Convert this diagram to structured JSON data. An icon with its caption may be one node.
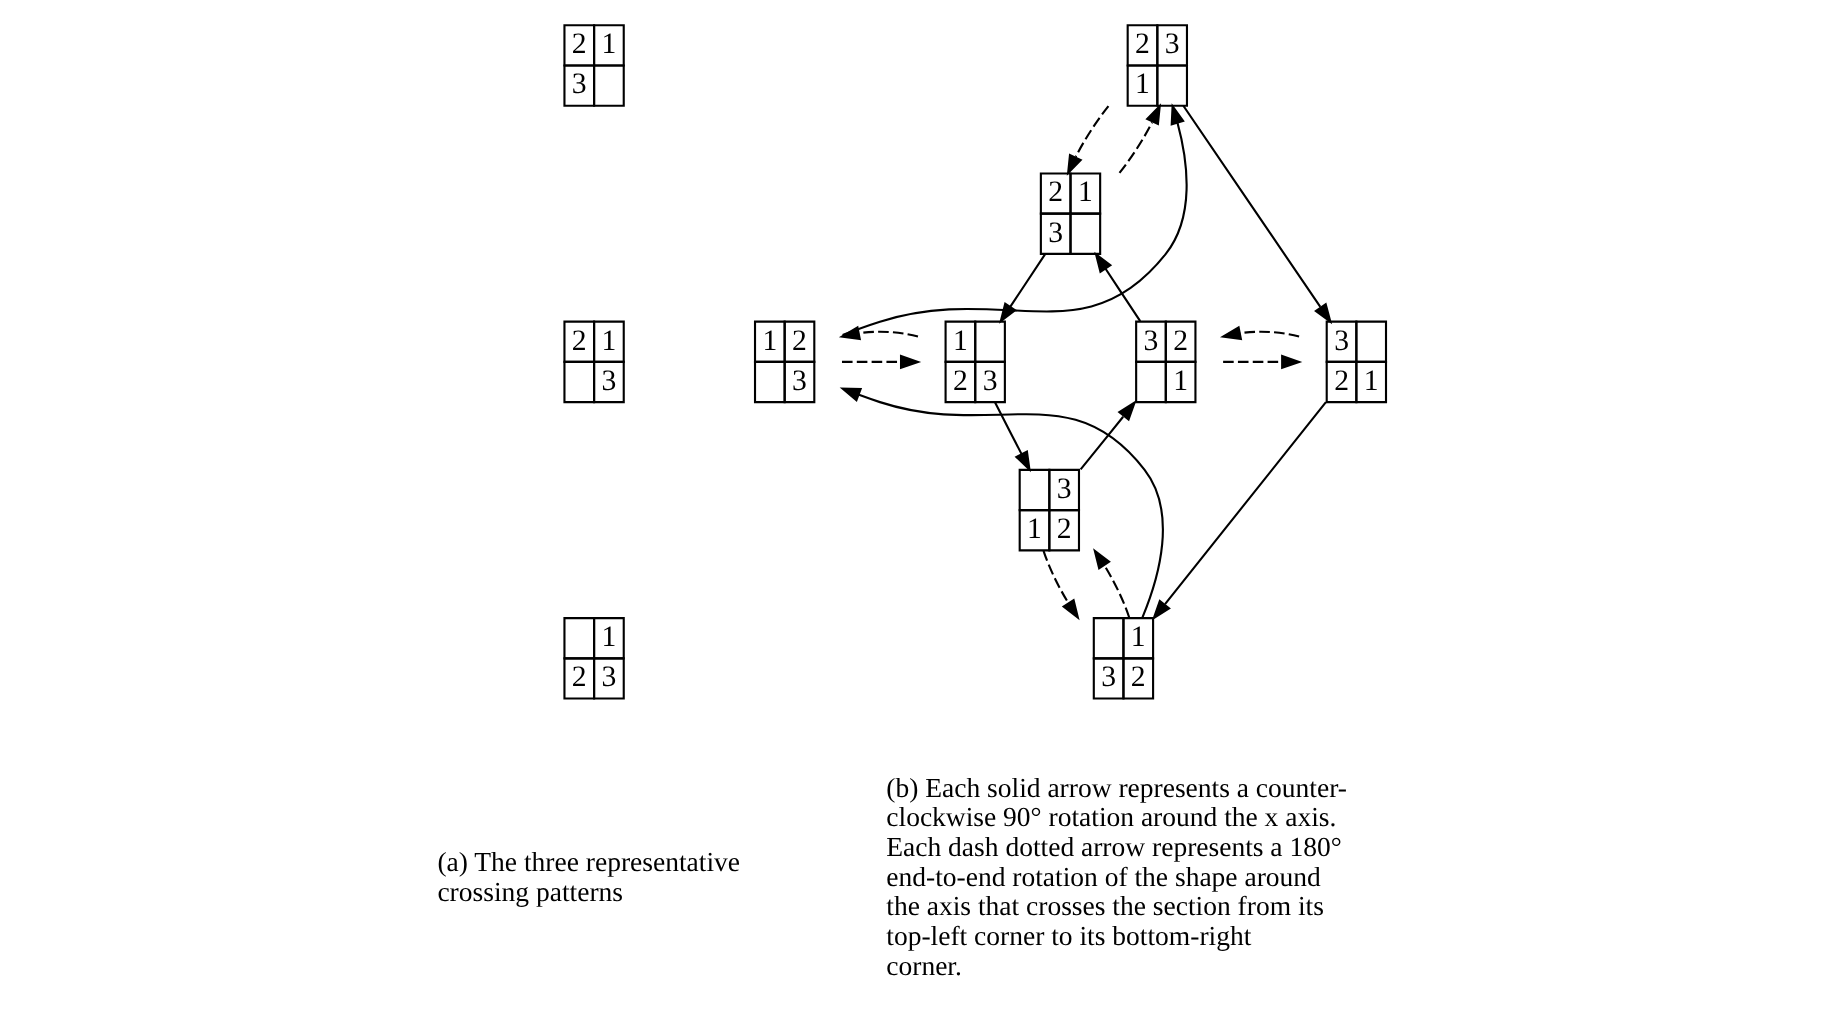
{
  "diagram": {
    "nodes": [
      {
        "text": [
          "2",
          "1",
          "3"
        ]
      },
      {
        "text": [
          "2",
          "1",
          "3"
        ]
      },
      {
        "text": [
          "1",
          "2",
          "3"
        ]
      },
      {
        "text": [
          "2",
          "3",
          "1"
        ]
      },
      {
        "text": [
          "2",
          "1",
          "3"
        ]
      },
      {
        "text": [
          "1",
          "2",
          "3"
        ]
      },
      {
        "text": [
          "1",
          "2",
          "3"
        ]
      },
      {
        "text": [
          "3",
          "2",
          "1"
        ]
      },
      {
        "text": [
          "3",
          "2",
          "1"
        ]
      },
      {
        "text": [
          "3",
          "1",
          "2"
        ]
      },
      {
        "text": [
          "1",
          "3",
          "2"
        ]
      }
    ],
    "edges": [
      {
        "from": 5,
        "to": 3,
        "arrow": "to"
      },
      {
        "from": 3,
        "to": 8,
        "arrow": "to"
      },
      {
        "from": 8,
        "to": 10,
        "arrow": "to"
      },
      {
        "from": 10,
        "to": 5,
        "arrow": "to"
      },
      {
        "from": 4,
        "to": 6,
        "arrow": "to"
      },
      {
        "from": 6,
        "to": 9,
        "arrow": "to"
      },
      {
        "from": 9,
        "to": 7,
        "arrow": "to"
      },
      {
        "from": 7,
        "to": 4,
        "arrow": "to"
      },
      {
        "from": 3,
        "to": 4,
        "arrow": "to",
        "style": "dashed"
      },
      {
        "from": 4,
        "to": 3,
        "arrow": "to",
        "style": "dashed"
      },
      {
        "from": 5,
        "to": 6,
        "arrow": "to",
        "style": "dashed"
      },
      {
        "from": 6,
        "to": 5,
        "arrow": "to",
        "style": "dashed"
      },
      {
        "from": 7,
        "to": 8,
        "arrow": "to",
        "style": "dashed"
      },
      {
        "from": 8,
        "to": 7,
        "arrow": "to",
        "style": "dashed"
      },
      {
        "from": 9,
        "to": 10,
        "arrow": "to",
        "style": "dashed"
      },
      {
        "from": 10,
        "to": 9,
        "arrow": "to",
        "style": "dashed"
      }
    ],
    "labels": [
      "(a) The three representative crossing patterns",
      "(b) Each solid arrow represents a counter-clockwise 90° rotation around the x axis. Each dash dotted arrow represents a 180° end-to-end rotation of the shape around the axis that crosses the section from its top-left corner to its bottom-right corner."
    ]
  }
}
